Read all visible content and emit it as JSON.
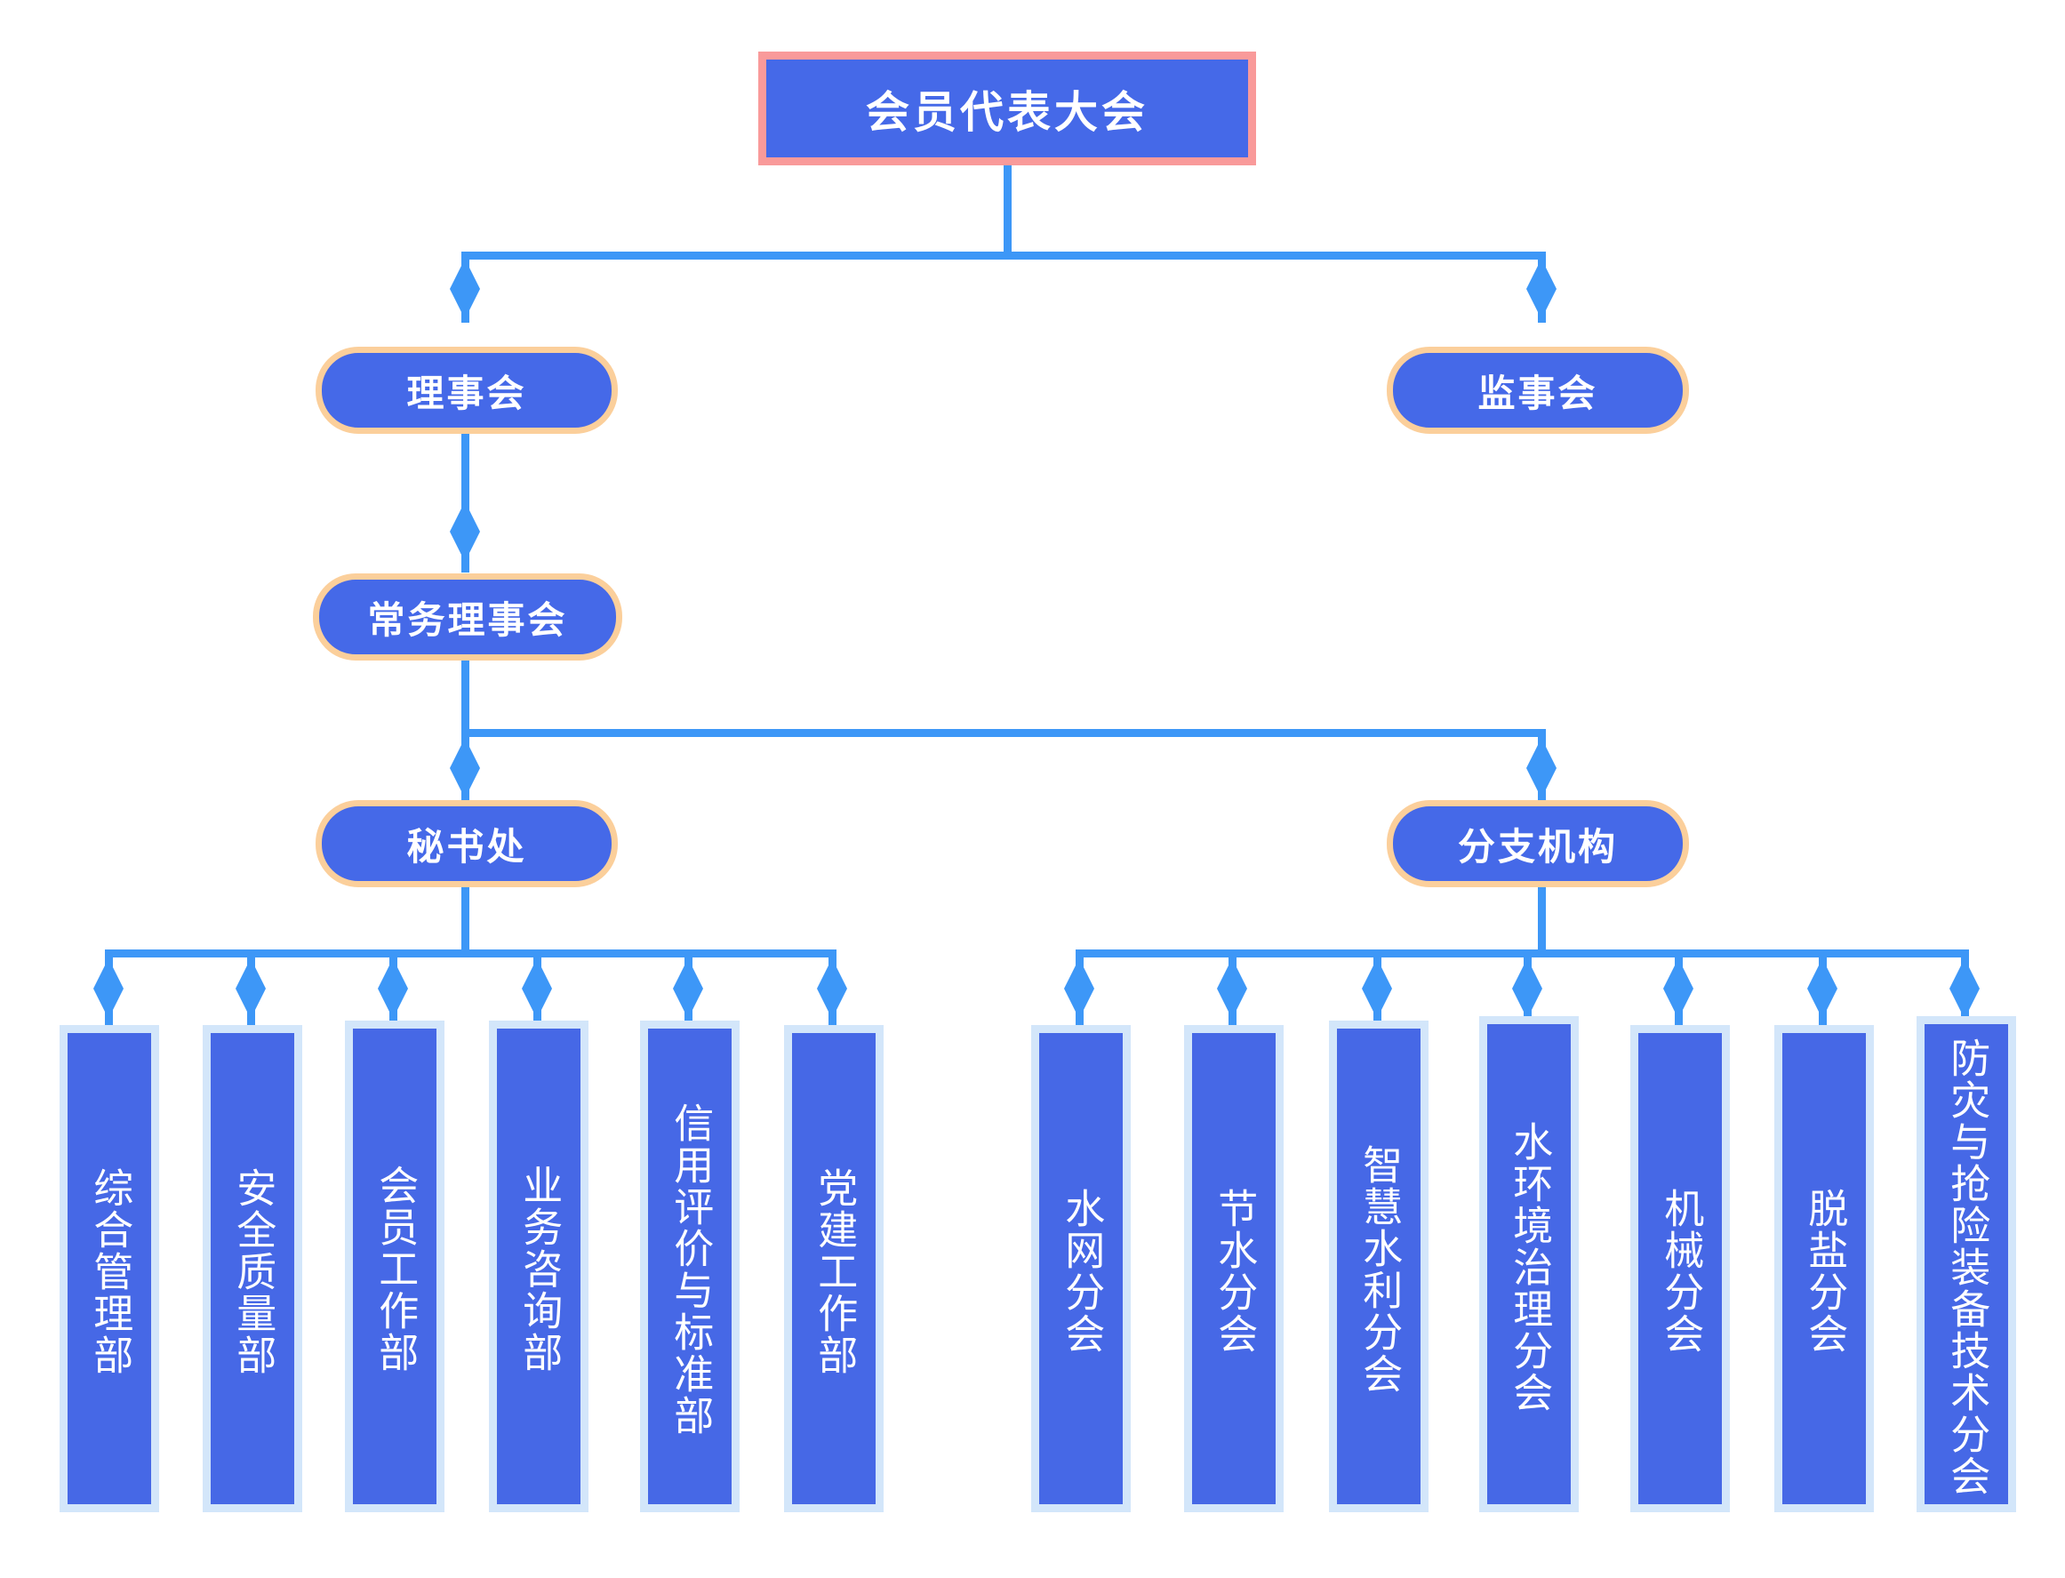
{
  "chart": {
    "title": "",
    "type": "org-chart",
    "colors": {
      "node_fill": "#4569e8",
      "root_border": "#f99a9a",
      "round_border": "#fbcf9b",
      "leaf_border": "#d3e6fa",
      "connector": "#3d97f7",
      "text": "#ffffff",
      "background": "#ffffff"
    }
  },
  "nodes": {
    "root": {
      "label": "会员代表大会"
    },
    "council": {
      "label": "理事会"
    },
    "supervisory": {
      "label": "监事会"
    },
    "standing_council": {
      "label": "常务理事会"
    },
    "secretariat": {
      "label": "秘书处"
    },
    "branches_parent": {
      "label": "分支机构"
    }
  },
  "secretariat_departments": [
    {
      "label": "综合管理部"
    },
    {
      "label": "安全质量部"
    },
    {
      "label": "会员工作部"
    },
    {
      "label": "业务咨询部"
    },
    {
      "label": "信用评价与标准部"
    },
    {
      "label": "党建工作部"
    }
  ],
  "branch_organizations": [
    {
      "label": "水网分会"
    },
    {
      "label": "节水分会"
    },
    {
      "label": "智慧水利分会"
    },
    {
      "label": "水环境治理分会"
    },
    {
      "label": "机械分会"
    },
    {
      "label": "脱盐分会"
    },
    {
      "label": "防灾与抢险装备技术分会"
    }
  ]
}
